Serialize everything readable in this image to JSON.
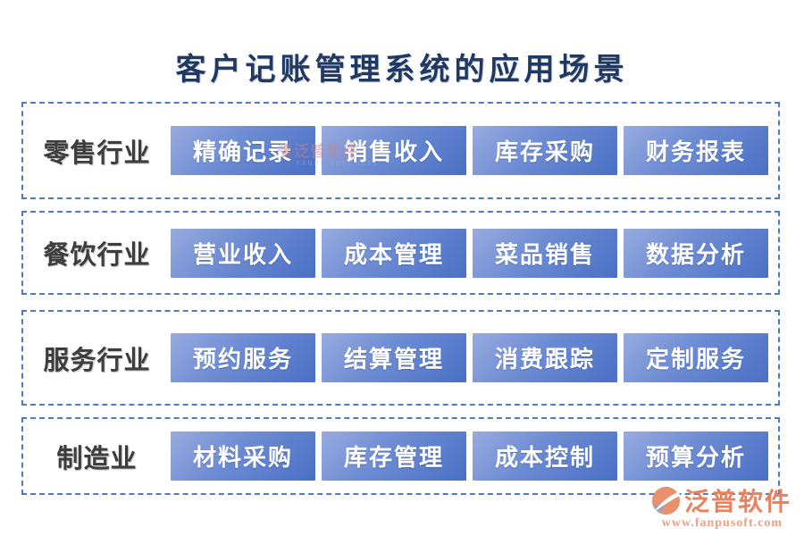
{
  "title": "客户记账管理系统的应用场景",
  "rows": [
    {
      "label": "零售行业",
      "items": [
        "精确记录",
        "销售收入",
        "库存采购",
        "财务报表"
      ]
    },
    {
      "label": "餐饮行业",
      "items": [
        "营业收入",
        "成本管理",
        "菜品销售",
        "数据分析"
      ]
    },
    {
      "label": "服务行业",
      "items": [
        "预约服务",
        "结算管理",
        "消费跟踪",
        "定制服务"
      ]
    },
    {
      "label": "制造业",
      "items": [
        "材料采购",
        "库存管理",
        "成本控制",
        "预算分析"
      ]
    }
  ],
  "watermark": {
    "text": "泛普软件",
    "caption": "FANPU SOFTWARE"
  },
  "brand": {
    "name": "泛普软件",
    "url": "www.fanpusoft.com"
  },
  "colors": {
    "title": "#1F3864",
    "box_border": "#4E7BC4",
    "chip_gradient_start": "#98ABDF",
    "chip_gradient_end": "#4A6FC5",
    "chip_text": "#FFFFFF",
    "label_text": "#3D3D3D",
    "brand": "#E8825F"
  }
}
